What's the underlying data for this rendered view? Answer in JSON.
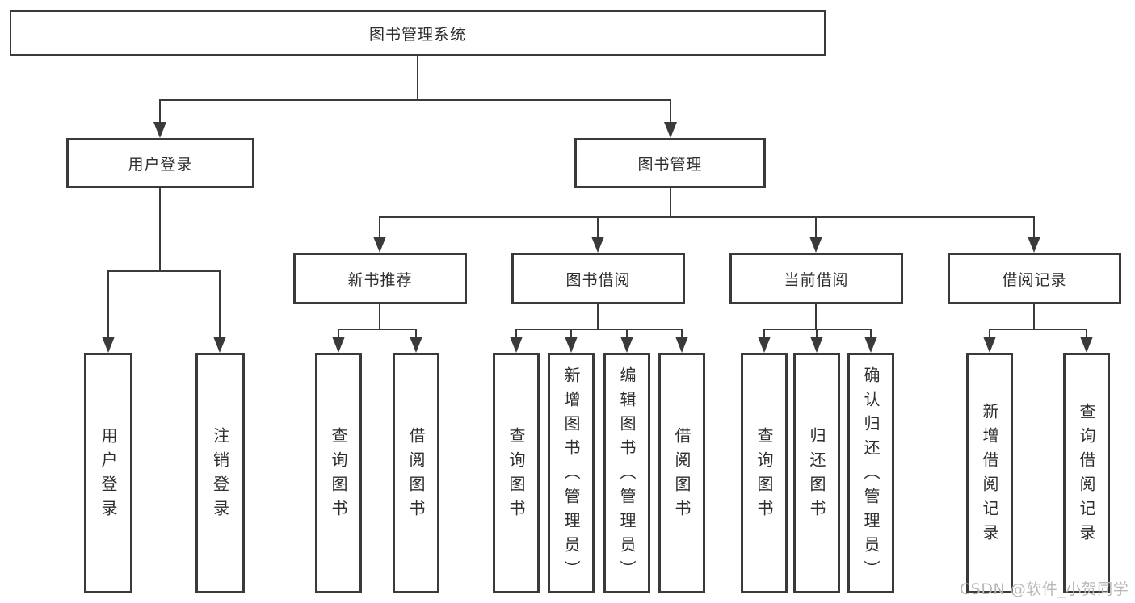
{
  "diagram": {
    "title": "图书管理系统",
    "type": "hierarchy-tree",
    "colors": {
      "line": "#3a3a3a",
      "box_border": "#3a3a3a",
      "box_fill": "#ffffff",
      "text": "#2e2e2e",
      "watermark": "#b9b9b9"
    }
  },
  "nodes": {
    "root": {
      "label": "图书管理系统"
    },
    "user_login": {
      "label": "用户登录"
    },
    "book_mgmt": {
      "label": "图书管理"
    },
    "new_book_rec": {
      "label": "新书推荐"
    },
    "book_borrow": {
      "label": "图书借阅"
    },
    "current_borrow": {
      "label": "当前借阅"
    },
    "borrow_records": {
      "label": "借阅记录"
    },
    "leaf_user_login": {
      "label": "用户登录"
    },
    "leaf_logout": {
      "label": "注销登录"
    },
    "leaf_query_book_1": {
      "label": "查询图书"
    },
    "leaf_borrow_book_1": {
      "label": "借阅图书"
    },
    "leaf_query_book_2": {
      "label": "查询图书"
    },
    "leaf_add_book": {
      "label": "新增图书（管理员）"
    },
    "leaf_edit_book": {
      "label": "编辑图书（管理员）"
    },
    "leaf_borrow_book_2": {
      "label": "借阅图书"
    },
    "leaf_query_book_3": {
      "label": "查询图书"
    },
    "leaf_return_book": {
      "label": "归还图书"
    },
    "leaf_confirm_return": {
      "label": "确认归还（管理员）"
    },
    "leaf_add_borrow_record": {
      "label": "新增借阅记录"
    },
    "leaf_query_borrow_record": {
      "label": "查询借阅记录"
    }
  },
  "structure": {
    "root": [
      "user_login",
      "book_mgmt"
    ],
    "user_login": [
      "leaf_user_login",
      "leaf_logout"
    ],
    "book_mgmt": [
      "new_book_rec",
      "book_borrow",
      "current_borrow",
      "borrow_records"
    ],
    "new_book_rec": [
      "leaf_query_book_1",
      "leaf_borrow_book_1"
    ],
    "book_borrow": [
      "leaf_query_book_2",
      "leaf_add_book",
      "leaf_edit_book",
      "leaf_borrow_book_2"
    ],
    "current_borrow": [
      "leaf_query_book_3",
      "leaf_return_book",
      "leaf_confirm_return"
    ],
    "borrow_records": [
      "leaf_add_borrow_record",
      "leaf_query_borrow_record"
    ]
  },
  "watermark": {
    "text": "CSDN @软件_小贺同学"
  }
}
